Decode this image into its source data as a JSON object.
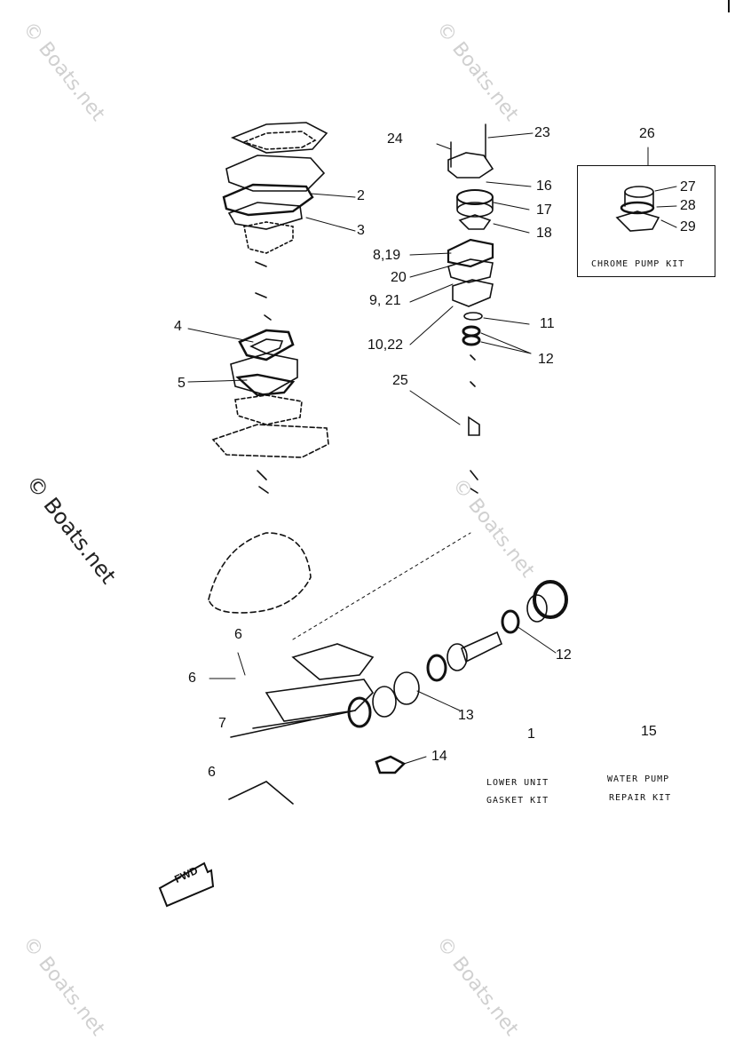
{
  "watermarks": {
    "text": "© Boats.net"
  },
  "callouts": {
    "c1": "1",
    "c2": "2",
    "c3": "3",
    "c4": "4",
    "c5": "5",
    "c6a": "6",
    "c6b": "6",
    "c6c": "6",
    "c7": "7",
    "c8_19": "8,19",
    "c9_21": "9, 21",
    "c10_22": "10,22",
    "c11": "11",
    "c12a": "12",
    "c12b": "12",
    "c13": "13",
    "c14": "14",
    "c15": "15",
    "c16": "16",
    "c17": "17",
    "c18": "18",
    "c20": "20",
    "c23": "23",
    "c24": "24",
    "c25": "25",
    "c26": "26",
    "c27": "27",
    "c28": "28",
    "c29": "29"
  },
  "kits": {
    "chrome_pump": "CHROME PUMP KIT",
    "lower_unit_line1": "LOWER UNIT",
    "lower_unit_line2": "GASKET KIT",
    "water_pump_line1": "WATER PUMP",
    "water_pump_line2": "REPAIR KIT"
  },
  "direction_marker": {
    "label": "FWD",
    "icon": "fwd-arrow-icon"
  },
  "colors": {
    "ink": "#111111",
    "watermark": "#d0d0d0"
  }
}
